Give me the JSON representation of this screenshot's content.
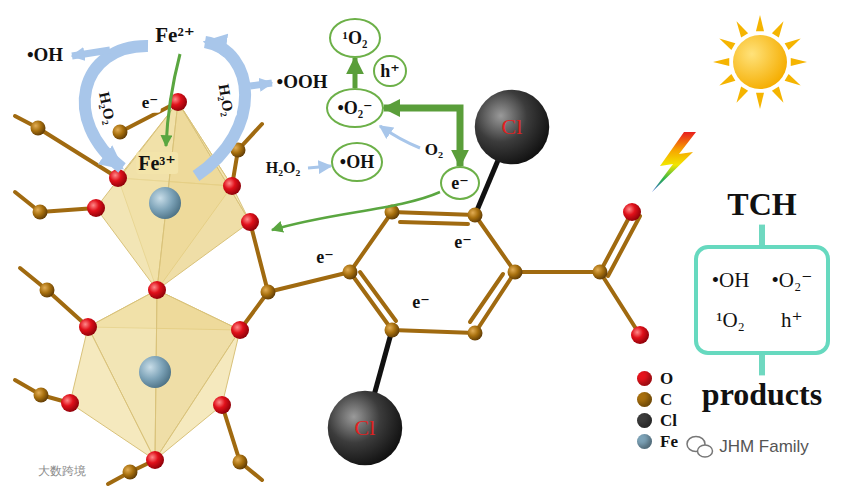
{
  "diagram": {
    "nodes": [
      {
        "text": [
          "¹O₂"
        ]
      },
      {
        "text": [
          "h⁺"
        ]
      },
      {
        "text": [
          "•O₂⁻"
        ]
      },
      {
        "text": [
          "•OH"
        ]
      },
      {
        "text": [
          "e⁻"
        ]
      },
      {
        "text": [
          "Cl"
        ]
      },
      {
        "text": [
          "Cl"
        ]
      },
      {
        "text": [
          "•OH",
          "•O₂⁻",
          "¹O₂",
          "h⁺"
        ]
      }
    ],
    "edges": [
      {
        "from": 2,
        "to": 0,
        "arrow": "to"
      },
      {
        "from": 2,
        "to": 4,
        "arrow": "both"
      }
    ],
    "labels": [
      "•OH",
      "Fe²⁺",
      "•OOH",
      "H₂O₂",
      "e⁻",
      "H₂O₂",
      "Fe³⁺",
      "O₂",
      "H₂O₂",
      "e⁻",
      "e⁻",
      "e⁻",
      "TCH",
      "products",
      "JHM Family",
      "大数跨境"
    ],
    "legend": [
      {
        "text": "O",
        "color": "#e8141c"
      },
      {
        "text": "C",
        "color": "#a8700e"
      },
      {
        "text": "Cl",
        "color": "#3c3c3c"
      },
      {
        "text": "Fe",
        "color": "#7da3b8"
      }
    ]
  }
}
